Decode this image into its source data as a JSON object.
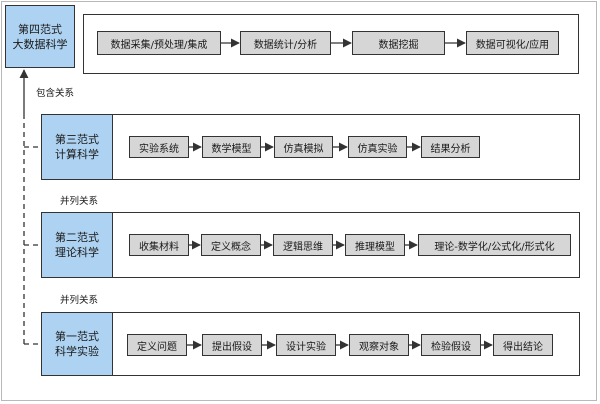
{
  "paradigm4": {
    "line1": "第四范式",
    "line2": "大数据科学",
    "steps": [
      "数据采集/预处理/集成",
      "数据统计/分析",
      "数据挖掘",
      "数据可视化/应用"
    ]
  },
  "paradigm3": {
    "line1": "第三范式",
    "line2": "计算科学",
    "steps": [
      "实验系统",
      "数学模型",
      "仿真模拟",
      "仿真实验",
      "结果分析"
    ]
  },
  "paradigm2": {
    "line1": "第二范式",
    "line2": "理论科学",
    "steps": [
      "收集材料",
      "定义概念",
      "逻辑思维",
      "推理模型",
      "理论-数学化/公式化/形式化"
    ]
  },
  "paradigm1": {
    "line1": "第一范式",
    "line2": "科学实验",
    "steps": [
      "定义问题",
      "提出假设",
      "设计实验",
      "观察对象",
      "检验假设",
      "得出结论"
    ]
  },
  "relations": {
    "contains": "包含关系",
    "parallel_1": "并列关系",
    "parallel_2": "并列关系"
  },
  "colors": {
    "label_fill": "#aed3f2",
    "step_fill": "#d6d6d6",
    "stroke": "#333333"
  }
}
